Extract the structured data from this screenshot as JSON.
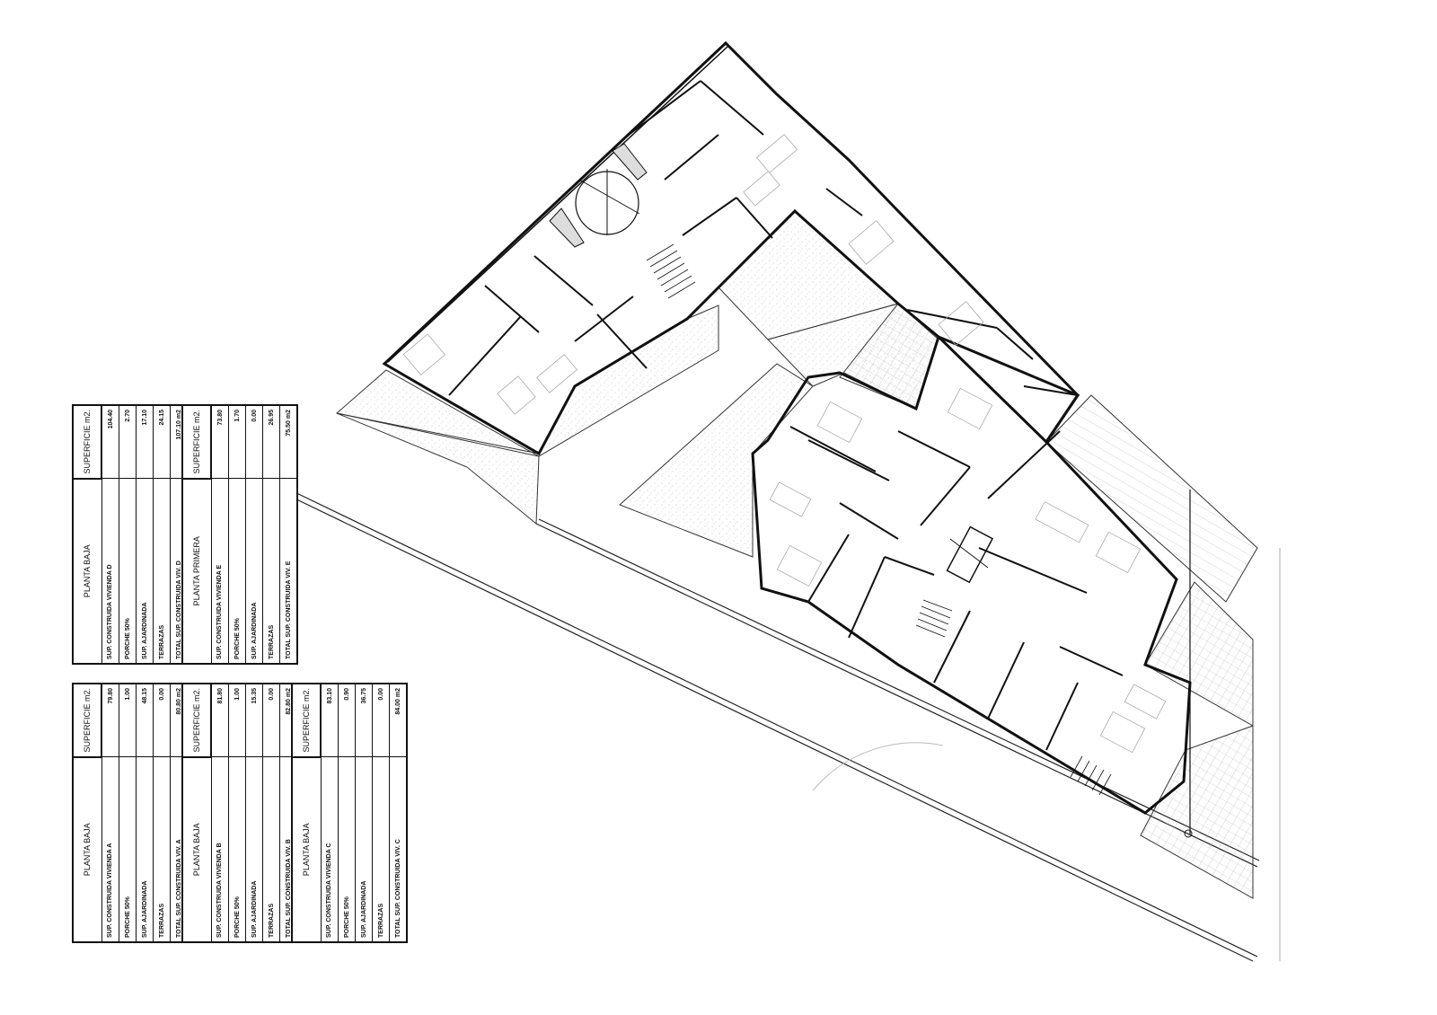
{
  "drawing": {
    "type": "architectural floor plan",
    "line_color": "#111111",
    "hatch_color": "#9a9a9a"
  },
  "tables": [
    {
      "id": "D",
      "title": "PLANTA BAJA",
      "unit_header": "SUPERFICIE   m2.",
      "rows": [
        {
          "label": "SUP. CONSTRUIDA VIVIENDA D",
          "value": "104.40"
        },
        {
          "label": "PORCHE 50%",
          "value": "2.70"
        },
        {
          "label": "SUP. AJARDINADA",
          "value": "17.10"
        },
        {
          "label": "TERRAZAS",
          "value": "24.15"
        },
        {
          "label": "TOTAL SUP. CONSTRUIDA VIV. D",
          "value": "107.10 m2"
        }
      ]
    },
    {
      "id": "E",
      "title": "PLANTA PRIMERA",
      "unit_header": "SUPERFICIE   m2.",
      "rows": [
        {
          "label": "SUP. CONSTRUIDA VIVIENDA E",
          "value": "73.80"
        },
        {
          "label": "PORCHE 50%",
          "value": "1.70"
        },
        {
          "label": "SUP. AJARDINADA",
          "value": "0.00"
        },
        {
          "label": "TERRAZAS",
          "value": "26.95"
        },
        {
          "label": "TOTAL SUP. CONSTRUIDA VIV. E",
          "value": "75.50 m2"
        }
      ]
    },
    {
      "id": "A",
      "title": "PLANTA BAJA",
      "unit_header": "SUPERFICIE   m2.",
      "rows": [
        {
          "label": "SUP. CONSTRUIDA VIVIENDA A",
          "value": "79.80"
        },
        {
          "label": "PORCHE 50%",
          "value": "1.00"
        },
        {
          "label": "SUP. AJARDINADA",
          "value": "48.15"
        },
        {
          "label": "TERRAZAS",
          "value": "0.00"
        },
        {
          "label": "TOTAL SUP. CONSTRUIDA VIV. A",
          "value": "80.80 m2"
        }
      ]
    },
    {
      "id": "B",
      "title": "PLANTA BAJA",
      "unit_header": "SUPERFICIE   m2.",
      "rows": [
        {
          "label": "SUP. CONSTRUIDA VIVIENDA B",
          "value": "81.80"
        },
        {
          "label": "PORCHE 50%",
          "value": "1.00"
        },
        {
          "label": "SUP. AJARDINADA",
          "value": "15.35"
        },
        {
          "label": "TERRAZAS",
          "value": "0.00"
        },
        {
          "label": "TOTAL SUP. CONSTRUIDA VIV. B",
          "value": "82.80 m2"
        }
      ]
    },
    {
      "id": "C",
      "title": "PLANTA BAJA",
      "unit_header": "SUPERFICIE   m2.",
      "rows": [
        {
          "label": "SUP. CONSTRUIDA VIVIENDA C",
          "value": "83.10"
        },
        {
          "label": "PORCHE 50%",
          "value": "0.90"
        },
        {
          "label": "SUP. AJARDINADA",
          "value": "36.75"
        },
        {
          "label": "TERRAZAS",
          "value": "0.00"
        },
        {
          "label": "TOTAL SUP. CONSTRUIDA VIV. C",
          "value": "84.00 m2"
        }
      ]
    }
  ]
}
